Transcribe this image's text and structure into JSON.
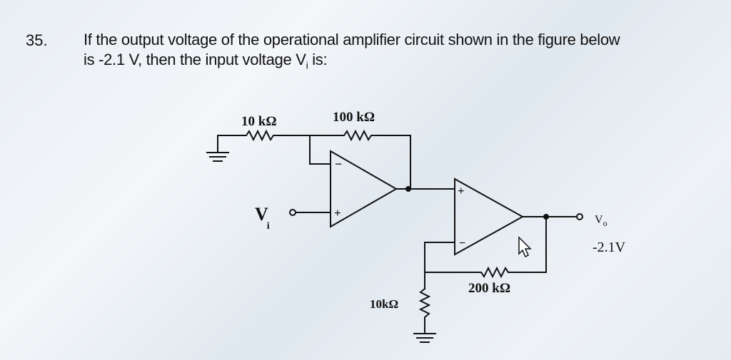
{
  "question": {
    "number": "35.",
    "line1": "If the output voltage of the operational amplifier circuit shown in the figure below",
    "line2": "is -2.1 V, then the input voltage V",
    "line2_sub": "i",
    "line2_end": " is:"
  },
  "circuit": {
    "r1_label": "10 kΩ",
    "rf1_label": "100 kΩ",
    "rf2_label": "200 kΩ",
    "r2_label": "10kΩ",
    "vi_label": "V",
    "vi_sub": "i",
    "vo_label": "V",
    "vo_sub": "o",
    "vo_value": "-2.1V",
    "plus_sign": "+",
    "minus_sign": "−"
  }
}
